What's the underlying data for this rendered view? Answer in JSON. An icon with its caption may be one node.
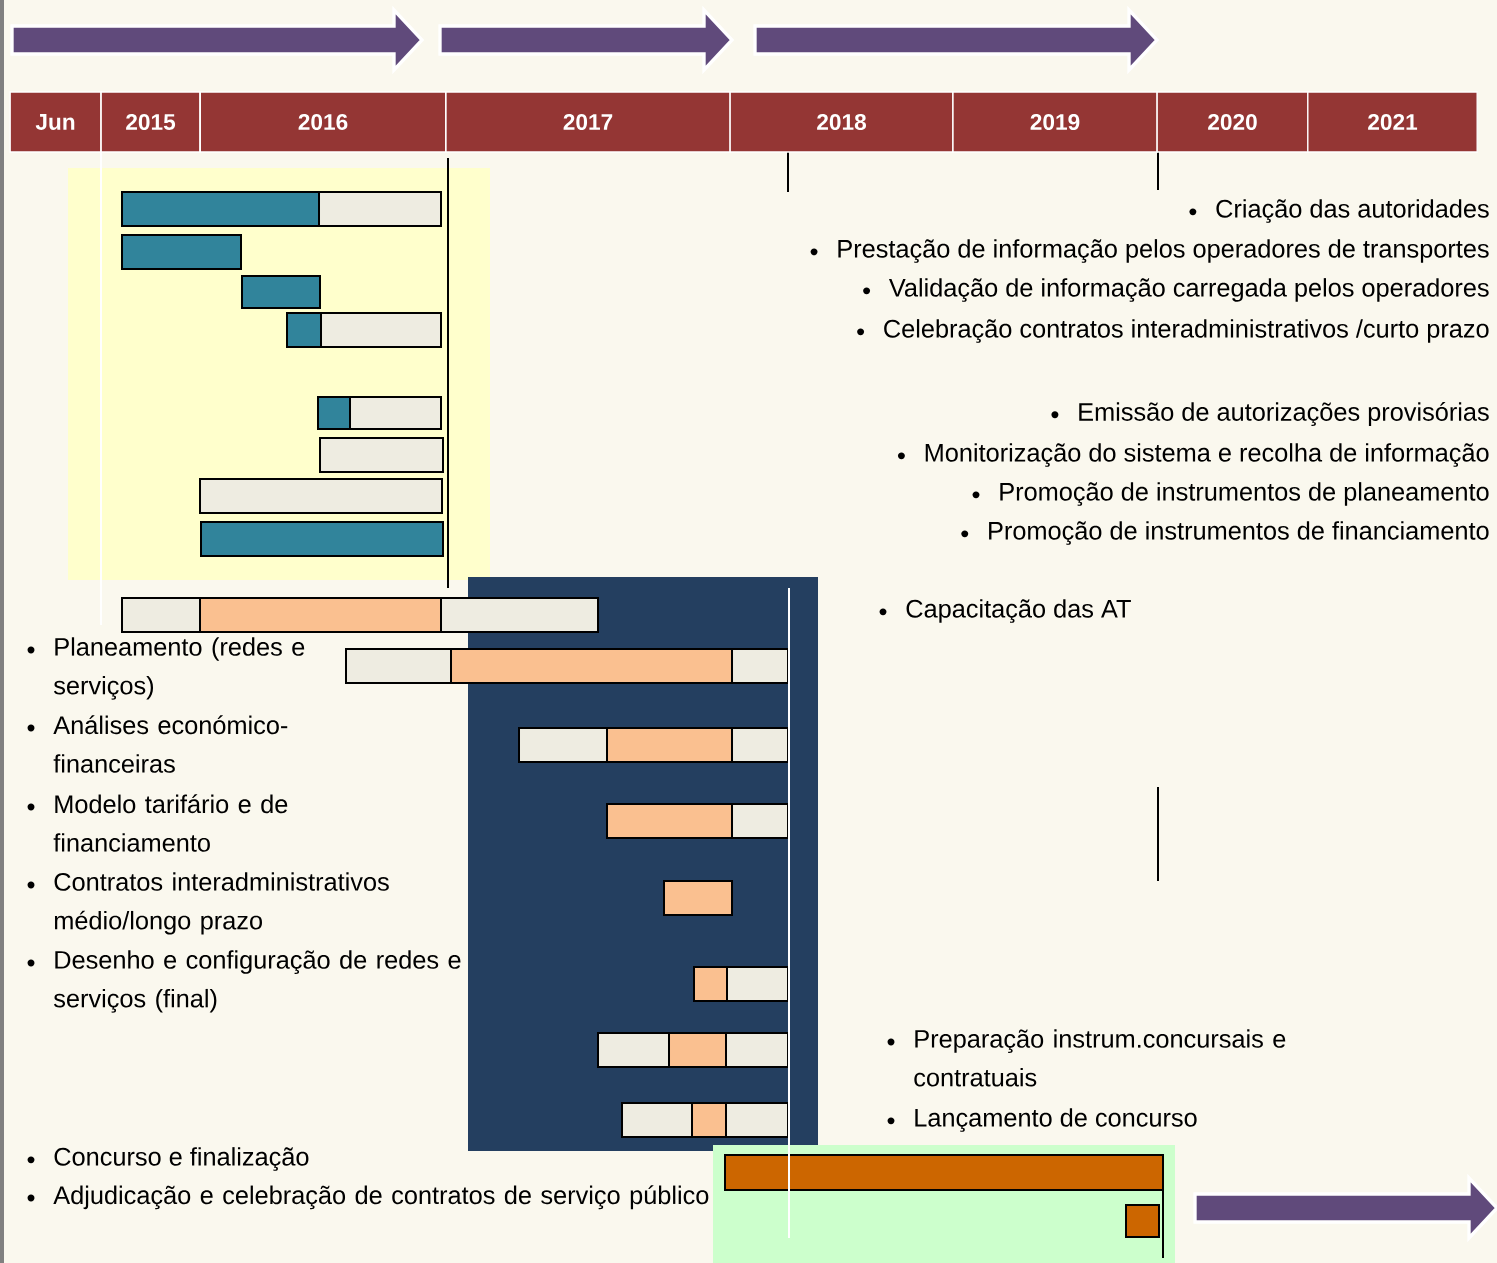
{
  "diagram": {
    "nodes": [
      {
        "text": [
          "Jun"
        ]
      },
      {
        "text": [
          "2015"
        ]
      },
      {
        "text": [
          "2016"
        ]
      },
      {
        "text": [
          "2017"
        ]
      },
      {
        "text": [
          "2018"
        ]
      },
      {
        "text": [
          "2019"
        ]
      },
      {
        "text": [
          "2020"
        ]
      },
      {
        "text": [
          "2021"
        ]
      }
    ],
    "labels": [
      "Criação das autoridades",
      "Prestação de informação pelos operadores de transportes",
      "Validação de informação carregada pelos operadores",
      "Celebração contratos interadministrativos /curto prazo",
      "Emissão de autorizações provisórias",
      "Monitorização do sistema e recolha de informação",
      "Promoção de instrumentos de planeamento",
      "Promoção de instrumentos de financiamento",
      "Capacitação das AT",
      "Planeamento (redes e serviços)",
      "Análises económico-financeiras",
      "Modelo tarifário e de financiamento",
      "Contratos interadministrativos médio/longo prazo",
      "Desenho e configuração de redes e serviços (final)",
      "Preparação instrum.concursais e contratuais",
      "Lançamento de concurso",
      "Concurso e finalização",
      "Adjudicação e celebração de contratos de serviço público"
    ]
  }
}
